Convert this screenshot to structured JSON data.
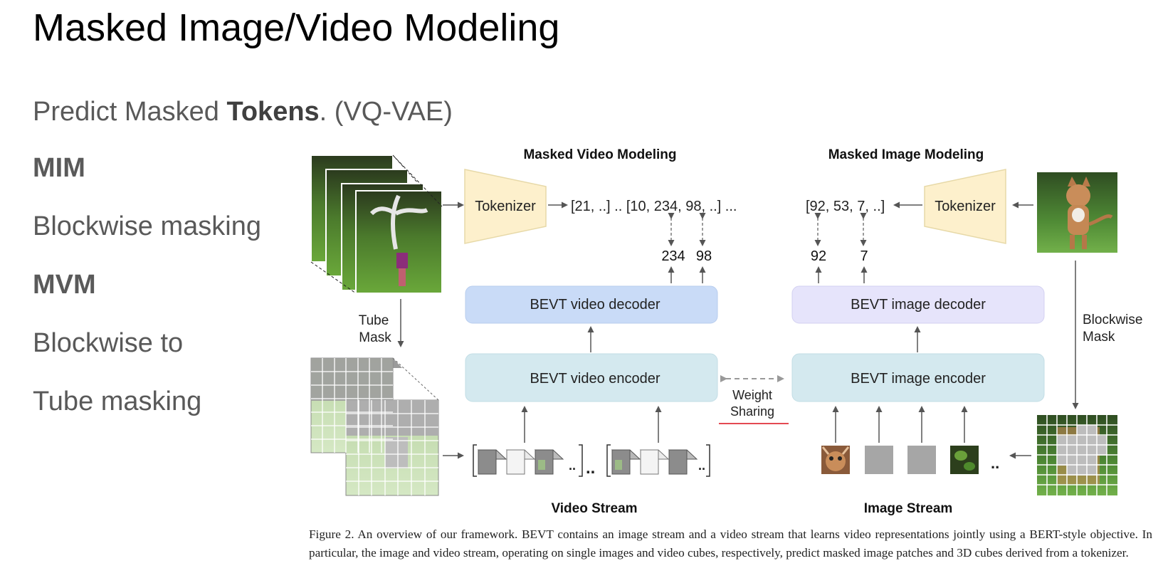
{
  "slide": {
    "title": "Masked Image/Video Modeling",
    "subtitle_pre": "Predict Masked ",
    "subtitle_bold": "Tokens",
    "subtitle_post": ". (VQ-VAE)",
    "bullets": [
      "MIM",
      "Blockwise masking",
      "MVM",
      "Blockwise to",
      "Tube masking"
    ]
  },
  "diagram": {
    "left_heading": "Masked Video Modeling",
    "right_heading": "Masked Image Modeling",
    "tokenizer_label": "Tokenizer",
    "video_tokens": "[21, ..] .. [10, 234, 98, ..] ...",
    "image_tokens": "[92, 53, 7, ..]",
    "video_pred": [
      "234",
      "98"
    ],
    "image_pred": [
      "92",
      "7"
    ],
    "video_decoder": "BEVT video decoder",
    "image_decoder": "BEVT image decoder",
    "video_encoder": "BEVT video encoder",
    "image_encoder": "BEVT image encoder",
    "weight_sharing": [
      "Weight",
      "Sharing"
    ],
    "tube_mask": [
      "Tube",
      "Mask"
    ],
    "blockwise_mask": [
      "Blockwise",
      "Mask"
    ],
    "ellipsis": "..",
    "video_stream": "Video Stream",
    "image_stream": "Image Stream",
    "colors": {
      "tokenizer": "#fdf0cc",
      "video_decoder": "#c9dbf7",
      "image_decoder": "#e6e4fb",
      "encoder": "#d4e9ef",
      "underline": "#e0303a"
    }
  },
  "caption": "Figure 2.  An overview of our framework.  BEVT contains an image stream and a video stream that learns video representations jointly using a BERT-style objective. In particular, the image and video stream, operating on single images and video cubes, respectively, predict masked image patches and 3D cubes derived from a tokenizer."
}
